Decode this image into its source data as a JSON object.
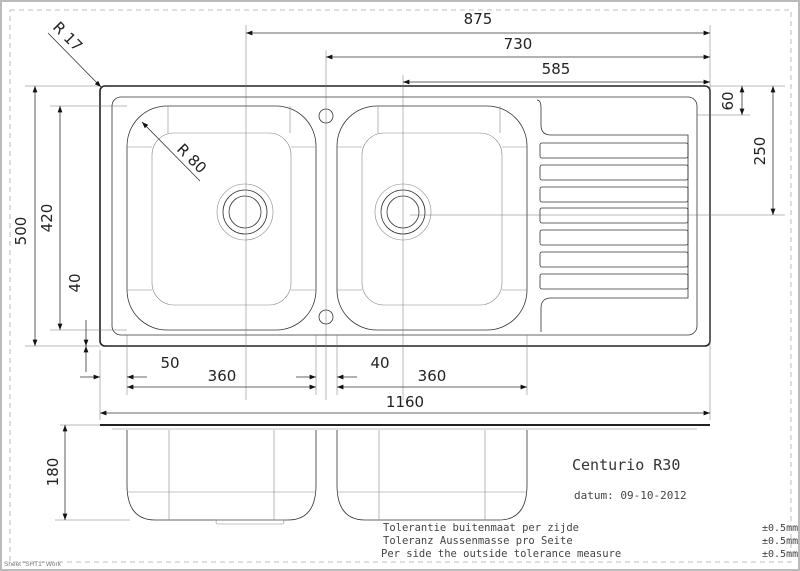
{
  "title": "Centurio R30",
  "datum": "datum: 09-10-2012",
  "sheet_label": "Sheet \"SHT1\" Work",
  "dimensions": {
    "d875": "875",
    "d730": "730",
    "d585": "585",
    "r17": "R 17",
    "r80": "R 80",
    "d60": "60",
    "d250": "250",
    "d500": "500",
    "d420": "420",
    "d40_left": "40",
    "d50": "50",
    "d360_left": "360",
    "d40_mid": "40",
    "d360_right": "360",
    "d1160": "1160",
    "d180": "180"
  },
  "tolerances": [
    {
      "label": "Tolerantie buitenmaat per zijde",
      "value": "±0.5mm"
    },
    {
      "label": "Toleranz Aussenmasse pro Seite",
      "value": "±0.5mm"
    },
    {
      "label": "Per side the outside tolerance measure",
      "value": "±0.5mm"
    }
  ]
}
